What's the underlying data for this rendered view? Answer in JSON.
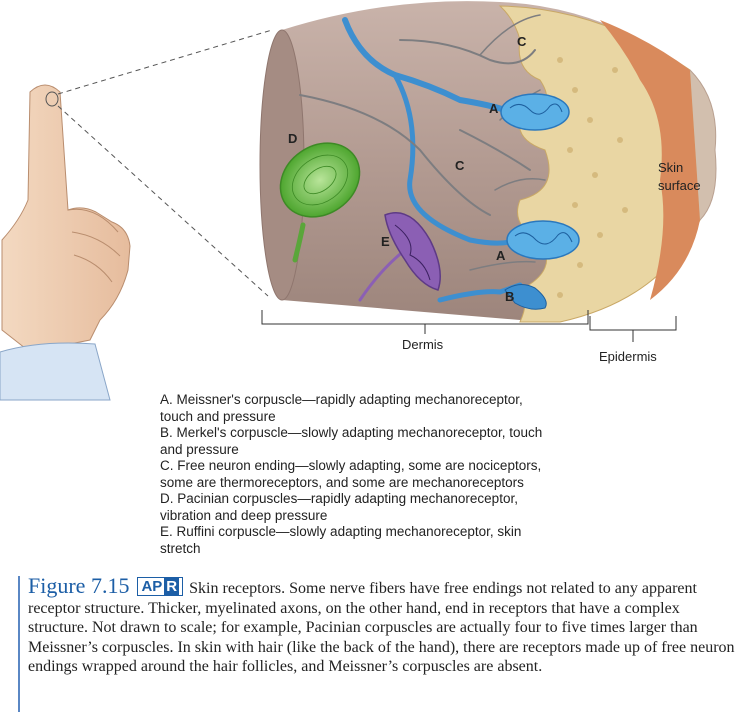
{
  "diagram": {
    "letters": {
      "a_top": "A",
      "a_bottom": "A",
      "b": "B",
      "c_top": "C",
      "c_mid": "C",
      "d": "D",
      "e": "E"
    },
    "skin_surface_line1": "Skin",
    "skin_surface_line2": "surface",
    "dermis": "Dermis",
    "epidermis": "Epidermis"
  },
  "legend": {
    "a_line1": "A. Meissner's corpuscle—rapidly adapting mechanoreceptor,",
    "a_line2": "touch and pressure",
    "b_line1": "B. Merkel's corpuscle—slowly adapting mechanoreceptor, touch",
    "b_line2": "and pressure",
    "c_line1": "C. Free neuron ending—slowly adapting, some are nociceptors,",
    "c_line2": "some are thermoreceptors, and some are mechanoreceptors",
    "d_line1": "D. Pacinian corpuscles—rapidly adapting mechanoreceptor,",
    "d_line2": "vibration and deep pressure",
    "e_line1": "E. Ruffini corpuscle—slowly adapting mechanoreceptor, skin",
    "e_line2": "stretch"
  },
  "caption": {
    "figure_number": "Figure 7.15",
    "badge_ap": "AP",
    "badge_r": "R",
    "text": "Skin receptors. Some nerve fibers have free endings not related to any apparent receptor structure. Thicker, myelinated axons, on the other hand, end in receptors that have a complex structure. Not drawn to scale; for example, Pacinian corpuscles are actually four to five times larger than Meissner’s corpuscles. In skin with hair (like the back of the hand), there are receptors made up of free neuron endings wrapped around the hair follicles, and Meissner’s corpuscles are absent."
  },
  "colors": {
    "dermis": "#b8a097",
    "epidermis": "#e9d6a3",
    "surface": "#d98a5c",
    "meissner": "#5bb0e6",
    "nerve_blue": "#3d8fd0",
    "nerve_gray": "#7d7d80",
    "pacinian": "#6cc04a",
    "ruffini": "#8b5fb4",
    "caption_blue": "#1c5ea6"
  }
}
